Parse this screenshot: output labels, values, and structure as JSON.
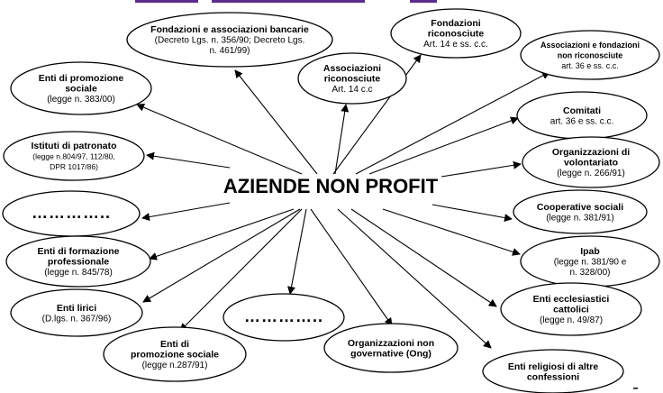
{
  "center": {
    "label": "AZIENDE NON PROFIT"
  },
  "nodes": [
    {
      "id": "fondazioni-bancarie",
      "title": "Fondazioni e associazioni bancarie",
      "detail": "(Decreto Lgs. n. 356/90; Decreto Lgs. n. 461/99)"
    },
    {
      "id": "fondazioni-riconosciute",
      "title": "Fondazioni riconosciute",
      "detail": "Art. 14 e ss. c.c."
    },
    {
      "id": "associazioni-fondazioni-non-riconosciute",
      "title": "Associazioni e fondazioni non riconosciute",
      "detail": "art. 36 e ss. c.c."
    },
    {
      "id": "enti-promozione-sociale-top",
      "title": "Enti di promozione sociale",
      "detail": "(legge n. 383/00)"
    },
    {
      "id": "associazioni-riconosciute",
      "title": "Associazioni riconosciute",
      "detail": "Art. 14 c.c"
    },
    {
      "id": "comitati",
      "title": "Comitati",
      "detail": "art. 36 e ss. c.c."
    },
    {
      "id": "istituti-patronato",
      "title": "Istituti di patronato",
      "detail": "(legge n.804/97, 112/80, DPR 1017/86)"
    },
    {
      "id": "organizzazioni-volontariato",
      "title": "Organizzazioni di volontariato",
      "detail": "(legge n. 266/91)"
    },
    {
      "id": "dots-left",
      "title": "…………..",
      "detail": ""
    },
    {
      "id": "cooperative-sociali",
      "title": "Cooperative sociali",
      "detail": "(legge n. 381/91)"
    },
    {
      "id": "enti-formazione",
      "title": "Enti di formazione professionale",
      "detail": "(legge n. 845/78)"
    },
    {
      "id": "ipab",
      "title": "Ipab",
      "detail": "(legge n. 381/90 e n. 328/00)"
    },
    {
      "id": "enti-lirici",
      "title": "Enti lirici",
      "detail": "(D.lgs. n. 367/96)"
    },
    {
      "id": "dots-bottom",
      "title": "…………..",
      "detail": ""
    },
    {
      "id": "enti-ecclesiastici",
      "title": "Enti ecclesiastici cattolici",
      "detail": "(legge n. 49/87)"
    },
    {
      "id": "enti-promozione-sociale-bottom",
      "title": "Enti di promozione sociale",
      "detail": "(legge n.287/91)"
    },
    {
      "id": "ong",
      "title": "Organizzazioni non governative (Ong)",
      "detail": ""
    },
    {
      "id": "enti-religiosi",
      "title": "Enti religiosi di altre confessioni",
      "detail": ""
    }
  ]
}
